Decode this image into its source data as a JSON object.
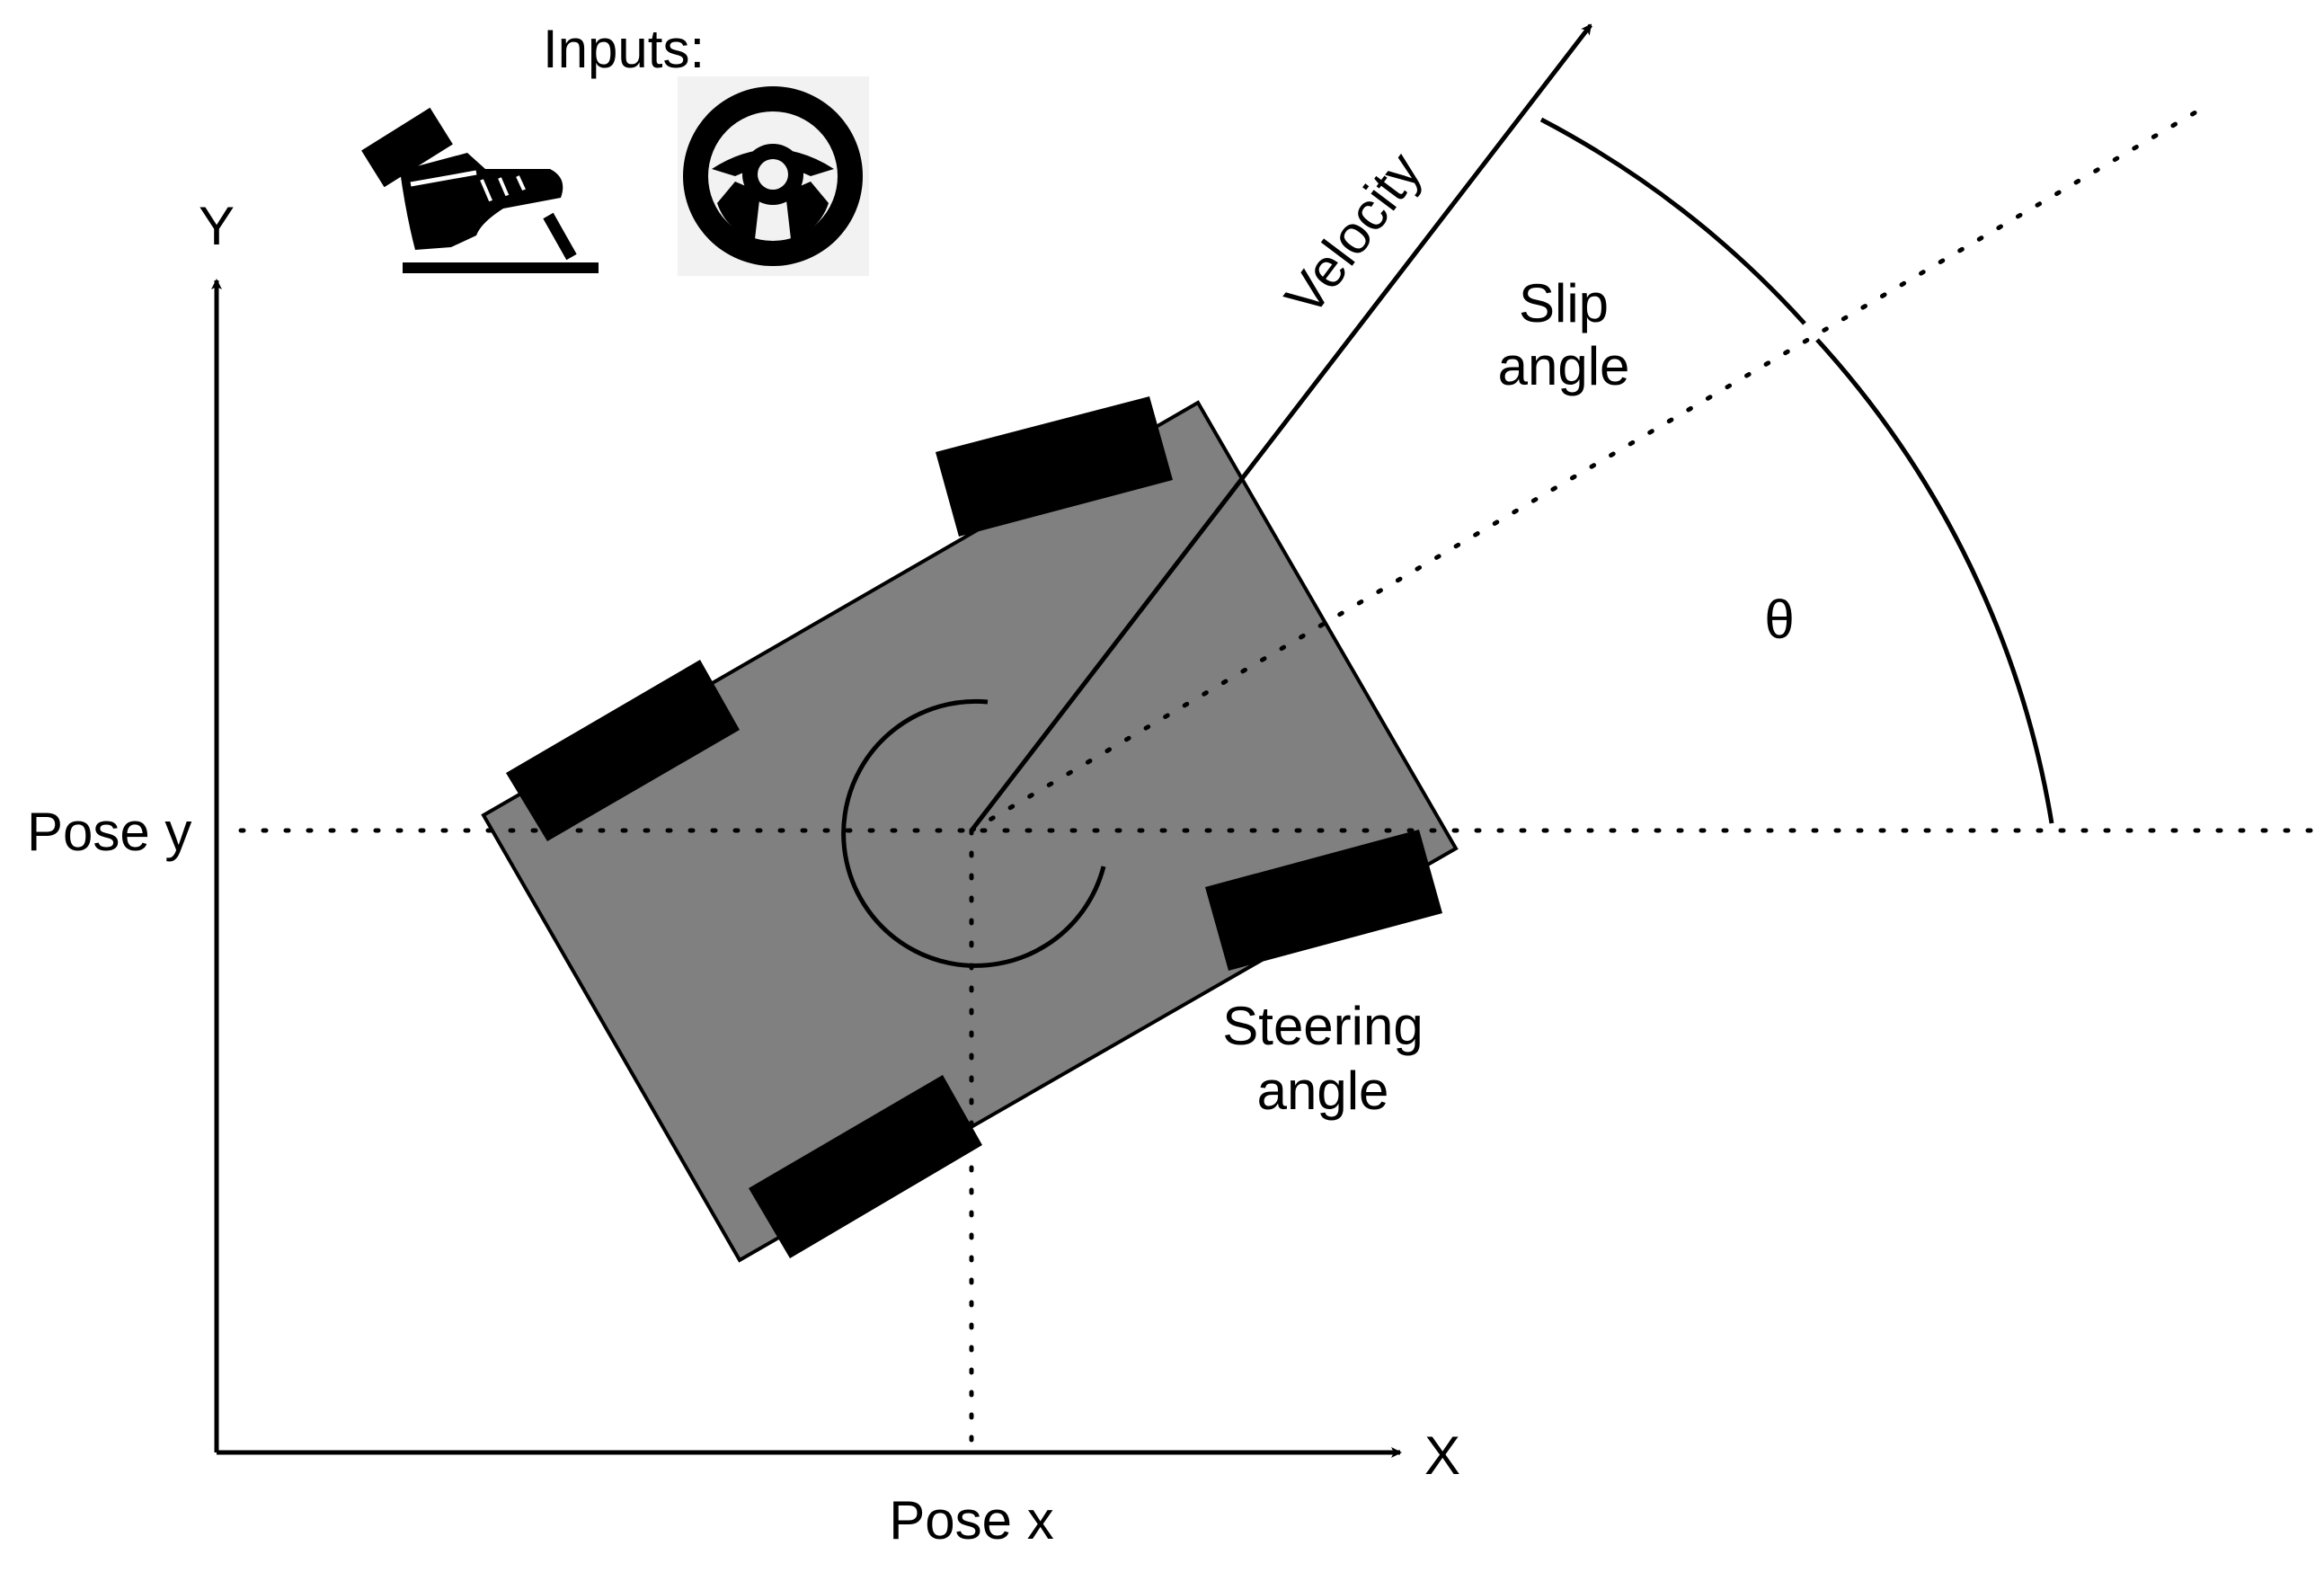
{
  "labels": {
    "inputs": "Inputs:",
    "axis_y": "Y",
    "axis_x": "X",
    "pose_y": "Pose y",
    "pose_x": "Pose x",
    "velocity": "Velocity",
    "slip_line1": "Slip",
    "slip_line2": "angle",
    "theta": "θ",
    "steering_line1": "Steering",
    "steering_line2": "angle"
  },
  "icons": [
    "pedal-icon",
    "steering-wheel-icon"
  ],
  "colors": {
    "car_body": "#808080",
    "wheel": "#000000",
    "line": "#000000",
    "icon_bg": "#f2f2f2"
  }
}
